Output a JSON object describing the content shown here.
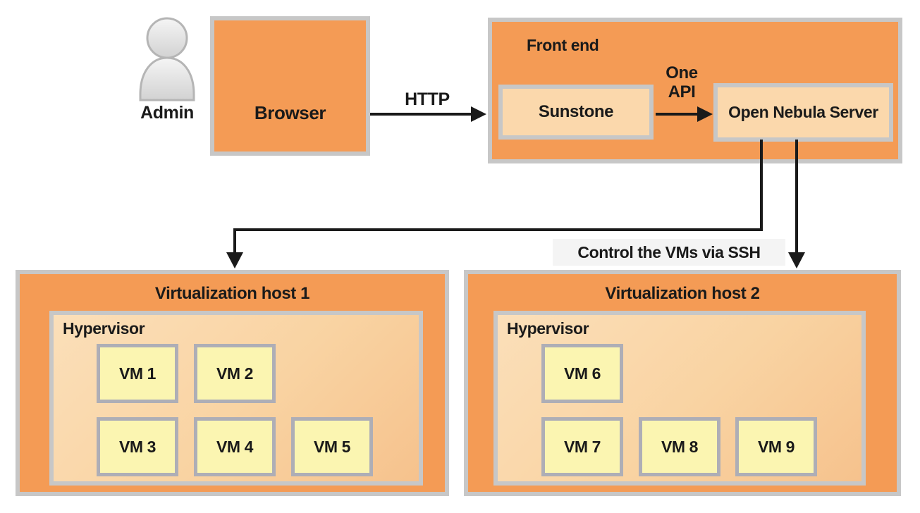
{
  "diagram": {
    "admin_label": "Admin",
    "browser_label": "Browser",
    "http_label": "HTTP",
    "front_end": {
      "title": "Front end",
      "sunstone_label": "Sunstone",
      "one_api": {
        "line1": "One",
        "line2": "API"
      },
      "server_label": "Open Nebula Server"
    },
    "ssh_note": "Control the VMs via SSH",
    "hosts": [
      {
        "title": "Virtualization host 1",
        "hypervisor_label": "Hypervisor",
        "vms": [
          "VM 1",
          "VM 2",
          "VM 3",
          "VM 4",
          "VM 5"
        ]
      },
      {
        "title": "Virtualization host 2",
        "hypervisor_label": "Hypervisor",
        "vms": [
          "VM 6",
          "VM 7",
          "VM 8",
          "VM 9"
        ]
      }
    ],
    "colors": {
      "box_orange": "#f49b55",
      "inner_peach": "#fbd8ac",
      "hypervisor_gradient_start": "#fbdfb9",
      "hypervisor_gradient_end": "#f6c28d",
      "vm_yellow": "#fbf5b1",
      "outer_border_gray": "#c7c7c7",
      "vm_border_gray": "#aeaeb6",
      "line_black": "#1a1a1a",
      "ssh_note_background": "#f4f4f4",
      "person_icon_gray": "#d9d9d9"
    }
  }
}
